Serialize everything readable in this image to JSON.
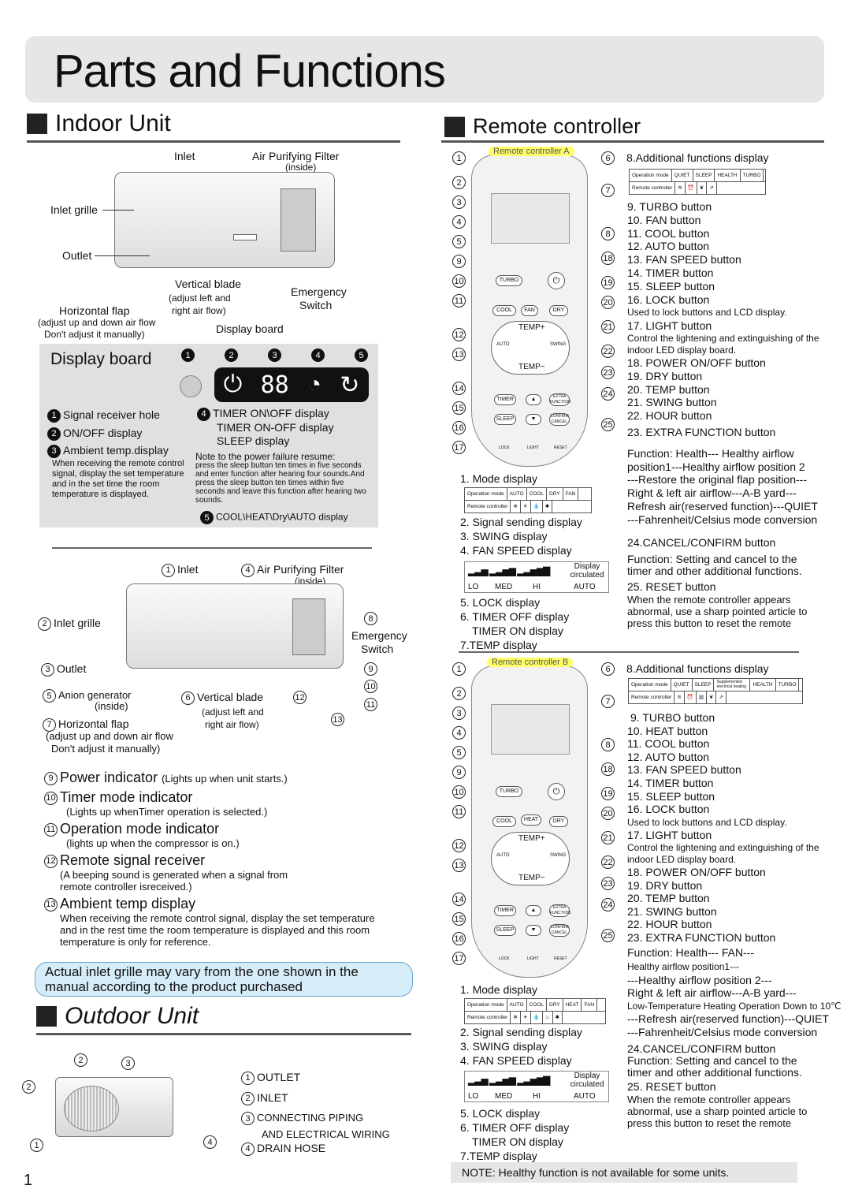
{
  "title": "Parts and Functions",
  "indoor": {
    "heading": "Indoor Unit",
    "inlet": "Inlet",
    "apf": "Air Purifying Filter",
    "inside": "(inside)",
    "inlet_grille": "Inlet grille",
    "outlet": "Outlet",
    "vblade": "Vertical blade",
    "vblade_note1": "(adjust left and",
    "vblade_note2": "right air flow)",
    "hflap": "Horizontal flap",
    "hflap_note1": "(adjust up and down air flow",
    "hflap_note2": "Don't adjust it manually)",
    "emerg1": "Emergency",
    "emerg2": "Switch",
    "display_board": "Display board"
  },
  "db": {
    "title": "Display board",
    "n1": "Signal receiver hole",
    "n2": "ON/OFF  display",
    "n3": "Ambient temp.display",
    "n3_note": "When receiving the remote control signal, display the set temperature and in the set time the room temperature is displayed.",
    "n4a": "TIMER ON\\OFF display",
    "n4b": "TIMER ON-OFF display",
    "n4c": "SLEEP display",
    "power_note_title": "Note to the power failure resume:",
    "power_note": "press the sleep button ten times in five seconds and enter function after hearing four sounds.And press the sleep button ten times within five seconds and leave this function after hearing two sounds.",
    "n5": "COOL\\HEAT\\Dry\\AUTO display",
    "lcd": "88"
  },
  "indoor2": {
    "inlet": "Inlet",
    "apf": "Air Purifying Filter",
    "inside": "(inside)",
    "inlet_grille": "Inlet grille",
    "outlet": "Outlet",
    "anion": "Anion generator",
    "anion_inside": "(inside)",
    "vblade": "Vertical blade",
    "vnote1": "(adjust left and",
    "vnote2": "right air flow)",
    "hflap": "Horizontal flap",
    "hnote1": "(adjust up and down air flow",
    "hnote2": "Don't adjust it manually)",
    "emerg1": "Emergency",
    "emerg2": "Switch"
  },
  "legend": [
    {
      "n": "9",
      "title": "Power indicator",
      "note": "(Lights up when unit starts.)"
    },
    {
      "n": "10",
      "title": "Timer mode indicator",
      "note": "(Lights up whenTimer operation is selected.)"
    },
    {
      "n": "11",
      "title": "Operation mode indicator",
      "note": "(lights up when the compressor is on.)"
    },
    {
      "n": "12",
      "title": "Remote signal receiver",
      "note": "(A beeping sound is generated when a signal from remote controller isreceived.)"
    },
    {
      "n": "13",
      "title": "Ambient temp display",
      "note": "When receiving the remote control signal, display the set temperature and in the rest time the room temperature is displayed and this room temperature is only for reference."
    }
  ],
  "grille_note": "Actual inlet grille may vary from the one shown in the manual according to the product purchased",
  "outdoor": {
    "heading": "Outdoor  Unit",
    "items": [
      "OUTLET",
      "INLET",
      "CONNECTING PIPING",
      "AND ELECTRICAL WIRING",
      "DRAIN HOSE"
    ]
  },
  "page_number": "1",
  "remote": {
    "heading": "Remote controller",
    "label_a": "Remote controller  A",
    "label_b": "Remote controller  B",
    "btn": {
      "turbo": "TURBO",
      "cool": "COOL",
      "fan": "FAN",
      "heat": "HEAT",
      "dry": "DRY",
      "tempup": "TEMP+",
      "tempdn": "TEMP−",
      "auto": "AUTO",
      "swing": "SWING",
      "timer": "TIMER",
      "sleep": "SLEEP",
      "extra": "EXTRA FUNCTION",
      "confirm": "CONFIRM CANCEL",
      "lock": "LOCK",
      "light": "LIGHT",
      "reset": "RESET"
    },
    "add_func": "8.Additional functions display",
    "mode_a": [
      "Operation mode",
      "QUIET",
      "SLEEP",
      "HEALTH",
      "TURBO"
    ],
    "mode_b": [
      "Operation mode",
      "QUIET",
      "SLEEP",
      "Supplemented electrical heating",
      "HEALTH",
      "TURBO"
    ],
    "rc_row": "Remote controller",
    "list_a": [
      "9. TURBO button",
      "10. FAN button",
      "11. COOL button",
      "12. AUTO button",
      "13. FAN SPEED button",
      "14. TIMER button",
      "15. SLEEP button",
      "16. LOCK button"
    ],
    "list_b": [
      "9. TURBO button",
      "10. HEAT button",
      "11. COOL button",
      "12. AUTO button",
      "13. FAN SPEED button",
      "14. TIMER button",
      "15. SLEEP button",
      "16. LOCK button"
    ],
    "lock_note": "Used to lock buttons and LCD display.",
    "light": "17. LIGHT button",
    "light_note": "Control the lightening and extinguishing of the indoor LED display board.",
    "list2": [
      "18. POWER ON/OFF button",
      "19. DRY button",
      "20. TEMP button",
      "21. SWING button",
      "22. HOUR button"
    ],
    "extra": "23. EXTRA FUNCTION button",
    "func_a": [
      "Function:  Health--- Healthy airflow",
      "position1---Healthy airflow position 2",
      "---Restore the original flap position---",
      "Right & left air airflow---A-B yard---",
      "Refresh air(reserved function)---QUIET",
      "---Fahrenheit/Celsius mode conversion"
    ],
    "func_b": [
      "Function: Health--- FAN---",
      "Healthy airflow position1---",
      "---Healthy airflow position 2---",
      "Right & left air airflow---A-B yard---",
      "Low-Temperature Heating Operation Down to 10℃",
      "---Refresh air(reserved function)---QUIET",
      "---Fahrenheit/Celsius mode conversion"
    ],
    "cancel": "24.CANCEL/CONFIRM button",
    "cancel_note": "Function: Setting and cancel to the timer and other additional functions.",
    "reset": "25. RESET button",
    "reset_note": "When the remote controller appears abnormal, use a sharp pointed article to press this button to reset the remote",
    "mode_disp": "1. Mode display",
    "opmodes_a": [
      "Operation mode",
      "AUTO",
      "COOL",
      "DRY",
      "FAN"
    ],
    "opmodes_b": [
      "Operation mode",
      "AUTO",
      "COOL",
      "DRY",
      "HEAT",
      "FAN"
    ],
    "disp_list": [
      "2. Signal sending display",
      "3. SWING  display",
      "4. FAN SPEED display"
    ],
    "fan_speeds": [
      "LO",
      "MED",
      "HI",
      "AUTO"
    ],
    "display_circ": "Display circulated",
    "disp_list2": [
      "5. LOCK display",
      "6. TIMER OFF display",
      "TIMER ON display",
      "7.TEMP display"
    ],
    "note": "NOTE:   Healthy function is not available for some units."
  }
}
